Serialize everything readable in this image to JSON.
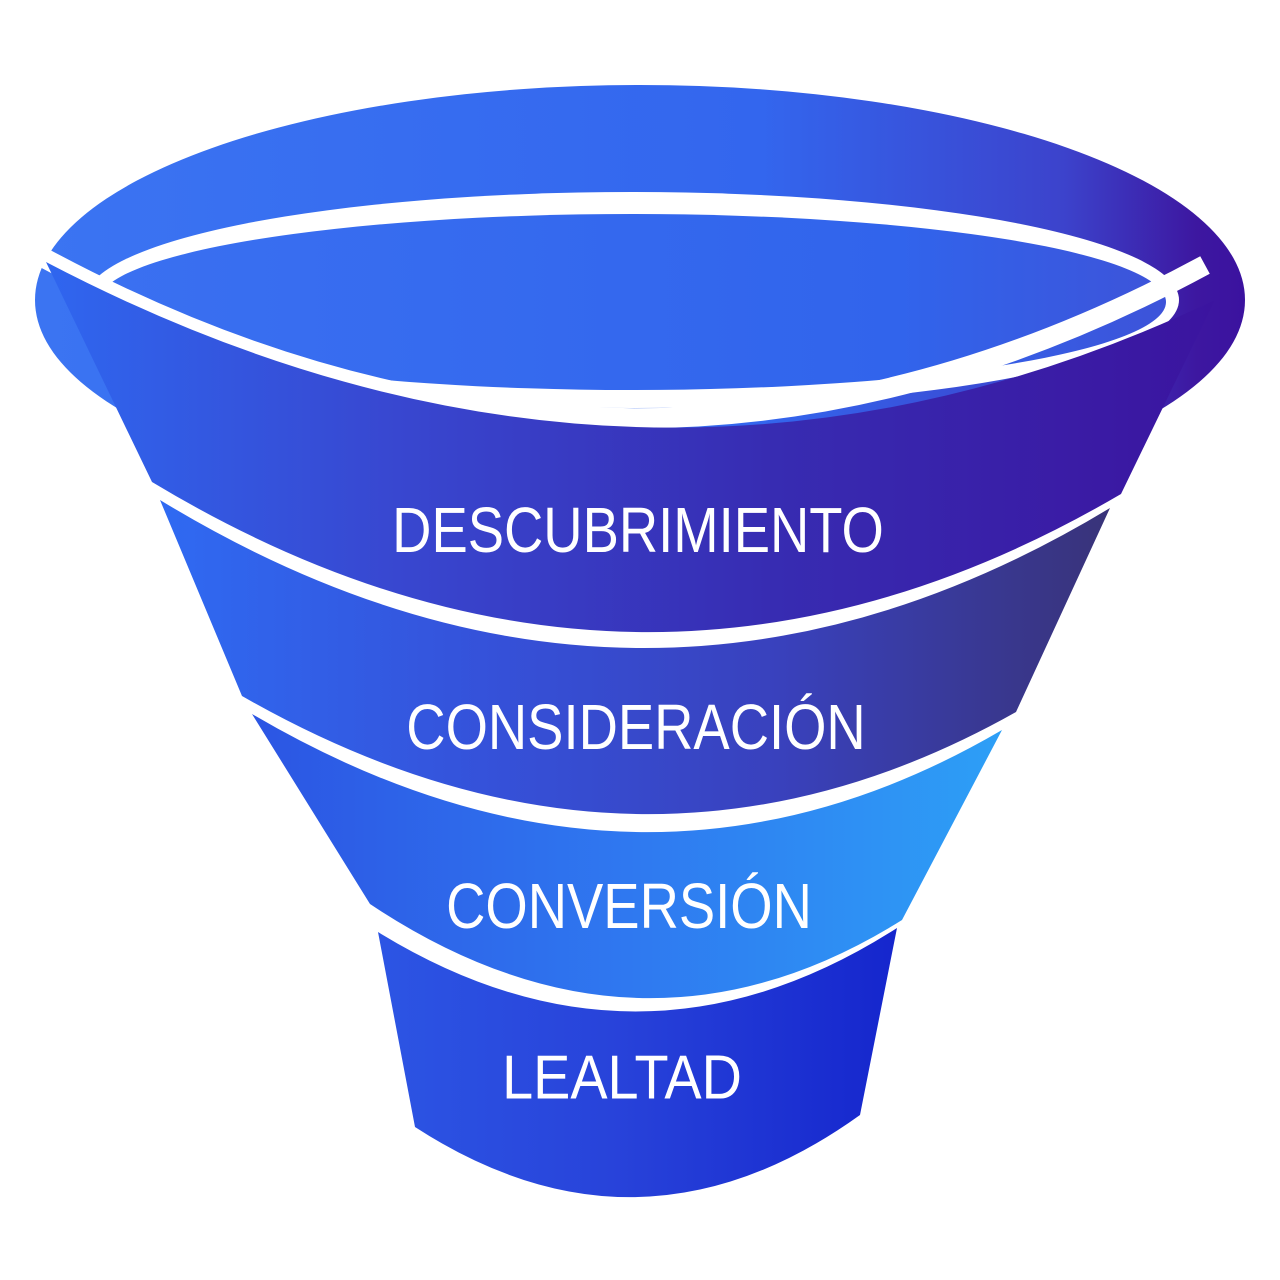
{
  "page": {
    "background_color": "#ffffff",
    "label_color": "#ffffff"
  },
  "chart_data": {
    "type": "funnel",
    "title": "",
    "orientation": "top-to-bottom",
    "stages": [
      "DESCUBRIMIENTO",
      "CONSIDERACIÓN",
      "CONVERSIÓN",
      "LEALTAD"
    ]
  },
  "funnel": {
    "stages": [
      {
        "label": "DESCUBRIMIENTO",
        "color_left": "#2F66EF",
        "color_right": "#3B149F"
      },
      {
        "label": "CONSIDERACIÓN",
        "color_left": "#2F6AF2",
        "color_right": "#393379"
      },
      {
        "label": "CONVERSIÓN",
        "color_left": "#2C55E3",
        "color_right": "#2D9FF6"
      },
      {
        "label": "LEALTAD",
        "color_left": "#2C55E4",
        "color_right": "#1526CD"
      }
    ],
    "rim_color_left": "#3B74F2",
    "rim_color_right": "#3B129F",
    "mouth_color": "#3164EC",
    "separator_color": "#ffffff"
  },
  "gradients": {
    "rim": [
      [
        0,
        "#3B74F2"
      ],
      [
        0.6,
        "#3366EE"
      ],
      [
        0.85,
        "#3C43CC"
      ],
      [
        0.96,
        "#3D17A0"
      ],
      [
        1,
        "#3B129F"
      ]
    ],
    "mouth": [
      [
        0,
        "#3A70F1"
      ],
      [
        0.75,
        "#3164EC"
      ],
      [
        1,
        "#3D53D9"
      ]
    ],
    "stage1": [
      [
        0,
        "#2F66EF"
      ],
      [
        0.3,
        "#3847D0"
      ],
      [
        0.62,
        "#372CB2"
      ],
      [
        1,
        "#3B149F"
      ]
    ],
    "stage2": [
      [
        0,
        "#2F6AF2"
      ],
      [
        0.35,
        "#3551D9"
      ],
      [
        0.65,
        "#3941BD"
      ],
      [
        1,
        "#393379"
      ]
    ],
    "stage3": [
      [
        0,
        "#2C55E3"
      ],
      [
        0.5,
        "#2F78F0"
      ],
      [
        1,
        "#2D9FF6"
      ]
    ],
    "stage4": [
      [
        0,
        "#2C55E4"
      ],
      [
        0.45,
        "#2843DA"
      ],
      [
        1,
        "#1526CD"
      ]
    ]
  }
}
